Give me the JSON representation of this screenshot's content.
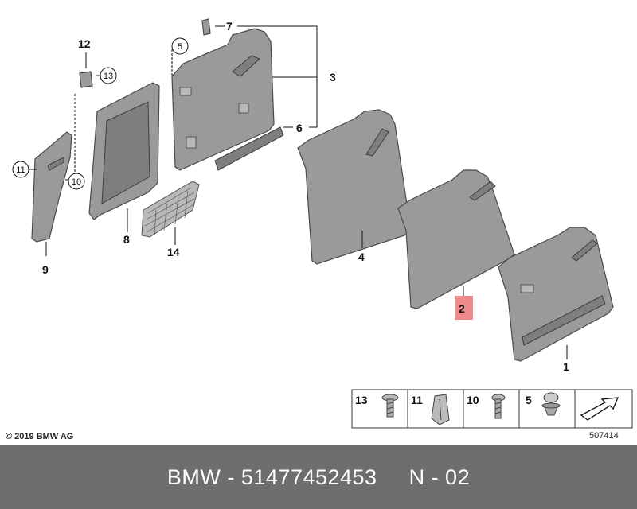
{
  "callouts": {
    "n1": "1",
    "n2": "2",
    "n3": "3",
    "n4": "4",
    "n5": "5",
    "n6": "6",
    "n7": "7",
    "n8": "8",
    "n9": "9",
    "n10": "10",
    "n11": "11",
    "n12": "12",
    "n13": "13",
    "n14": "14"
  },
  "highlight_color": "#f08a8a",
  "legend": {
    "cells": [
      {
        "label": "13",
        "icon": "screw-with-washer-icon"
      },
      {
        "label": "11",
        "icon": "expanding-clip-icon"
      },
      {
        "label": "10",
        "icon": "screw-icon"
      },
      {
        "label": "5",
        "icon": "push-rivet-icon"
      },
      {
        "label": "",
        "icon": "arrow-icon"
      }
    ]
  },
  "diagram_id": "507414",
  "copyright": "© 2019 BMW AG",
  "footer": {
    "text": "BMW - 51477452453     N - 02"
  }
}
